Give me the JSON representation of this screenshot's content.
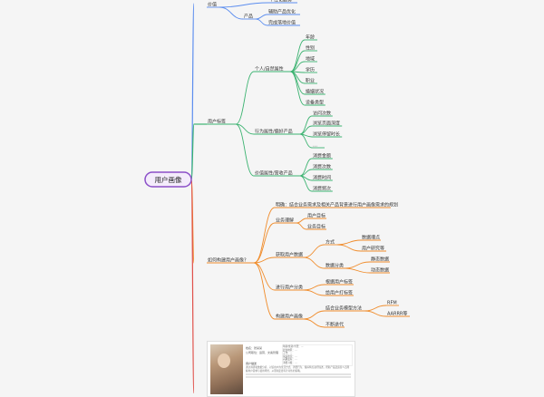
{
  "root": {
    "label": "用户画像"
  },
  "colors": {
    "branch_top": "#5b8def",
    "branch_green": "#3cb371",
    "branch_orange": "#f08c2b",
    "root_border": "#8b4fc8",
    "root_fill": "#f4ecfb",
    "branch_red": "#e0504a"
  },
  "top_branch": {
    "label": "价值",
    "children": [
      {
        "label": "个性化服务"
      },
      {
        "label": "产品",
        "children": [
          {
            "label": "辅助产品优化"
          },
          {
            "label": "完成落地价值"
          }
        ]
      }
    ]
  },
  "user_tags": {
    "label": "用户标签",
    "groups": [
      {
        "label": "个人/自然属性",
        "items": [
          "年龄",
          "性别",
          "地域",
          "学历",
          "职业",
          "婚姻状况",
          "设备类型"
        ]
      },
      {
        "label": "行为属性/偏好产品",
        "items": [
          "访问次数",
          "浏览页面深度",
          "浏览停留时长",
          "…"
        ]
      },
      {
        "label": "价值属性/营收产品",
        "items": [
          "消费金额",
          "消费次数",
          "消费时间",
          "消费频次"
        ]
      }
    ]
  },
  "build": {
    "label": "如何构建用户画像?",
    "intro": "明确：结合业务需求及相关产品背景进行用户画像需求的规划",
    "nodes": [
      {
        "label": "业务理解",
        "items": [
          "用户目标",
          "业务目标"
        ]
      },
      {
        "label": "获取用户数据",
        "sub": [
          {
            "label": "方式",
            "items": [
              "数据埋点",
              "用户研究等"
            ]
          },
          {
            "label": "数据分类",
            "items": [
              "静态数据",
              "动态数据"
            ]
          }
        ]
      },
      {
        "label": "进行用户分类",
        "items": [
          "根据用户标签",
          "给用户打标签"
        ]
      },
      {
        "label": "构建用户画像",
        "sub": [
          {
            "label": "结合业务模型方法",
            "items": [
              "RFM",
              "AARRR等"
            ]
          }
        ],
        "items": [
          "不断迭代"
        ]
      }
    ]
  },
  "doc": {
    "name_lines": [
      "姓名：张某某",
      "公司职位：运营、文案管理"
    ],
    "info_lines": [
      "年龄/性别/学历：…",
      "居住地区：…",
      "工作：…",
      "家庭状况：…",
      "兴趣爱好：…",
      "消费习惯：…"
    ],
    "section_title": "用户描述",
    "section_text": "通过调研和数据分析，对该用户的生活方式、消费行为、偏好特点进行描述，帮助产品及运营人员理解用户需求与使用场景，从而制定更有针对性的策略。"
  }
}
